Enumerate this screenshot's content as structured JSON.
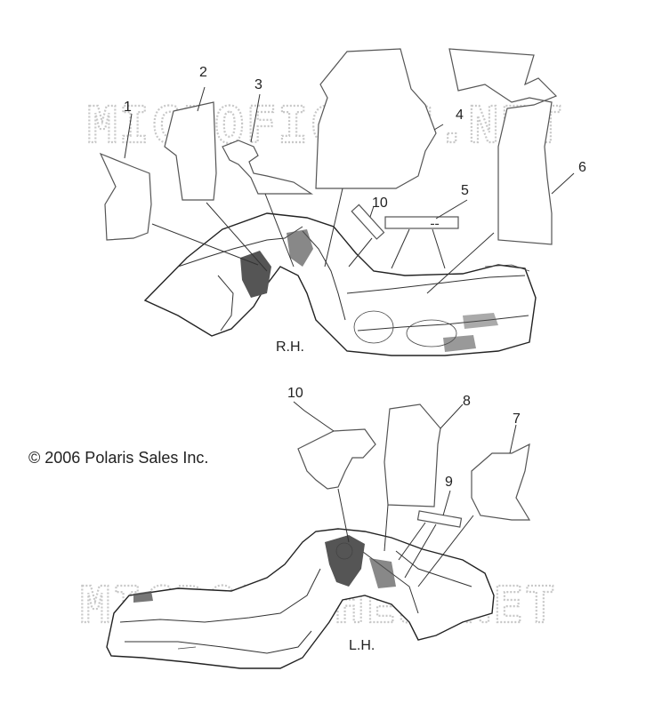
{
  "watermark": "MICROFICHES.NET",
  "copyright": "© 2006 Polaris Sales Inc.",
  "sides": {
    "right": "R.H.",
    "left": "L.H."
  },
  "callouts_rh": [
    "1",
    "2",
    "3",
    "4",
    "5",
    "6",
    "10"
  ],
  "callouts_lh": [
    "7",
    "8",
    "9",
    "10"
  ]
}
